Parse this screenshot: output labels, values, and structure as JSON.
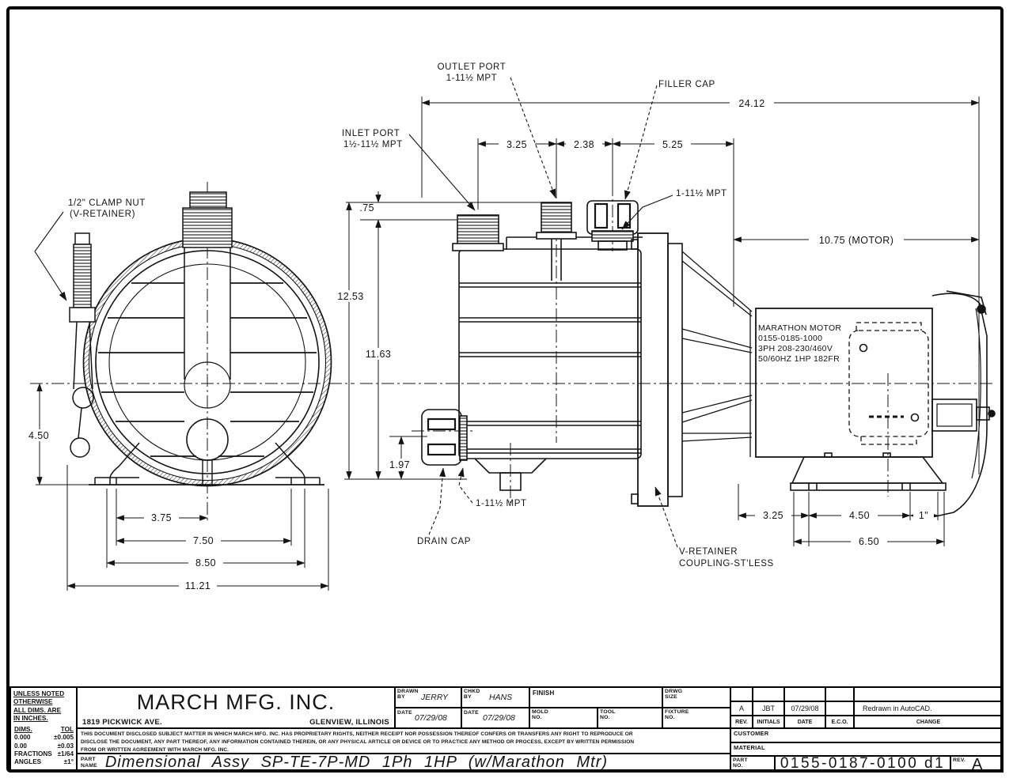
{
  "drawing": {
    "callouts": {
      "outlet_port": [
        "OUTLET PORT",
        "1-11½ MPT"
      ],
      "inlet_port": [
        "INLET PORT",
        "1½-11½ MPT"
      ],
      "filler_cap": "FILLER CAP",
      "filler_mpt": "1-11½ MPT",
      "clamp_nut": [
        "1/2\" CLAMP NUT",
        "(V-RETAINER)"
      ],
      "drain_mpt": "1-11½ MPT",
      "drain_cap": "DRAIN CAP",
      "v_retainer": [
        "V-RETAINER",
        "COUPLING-ST'LESS"
      ],
      "motor_spec": [
        "MARATHON MOTOR",
        "0155-0185-1000",
        "3PH 208-230/460V",
        "50/60HZ 1HP 182FR"
      ]
    },
    "dimensions": {
      "overall_length": "24.12",
      "port_spacing_1": "3.25",
      "port_spacing_2": "2.38",
      "port_spacing_3": "5.25",
      "motor_length": "10.75  (MOTOR)",
      "height_overall": "12.53",
      "height_inlet": "11.63",
      "port_offset": ".75",
      "drain_height": "1.97",
      "axis_height": "4.50",
      "foot_half": "3.75",
      "foot_span": "7.50",
      "foot_width": "8.50",
      "housing_width": "11.21",
      "base_offset": "3.25",
      "base_bolt_span": "4.50",
      "base_extra": "1\"",
      "base_length": "6.50"
    }
  },
  "title_block": {
    "tolerances": {
      "heading": [
        "UNLESS NOTED",
        "OTHERWISE",
        "ALL DIMS. ARE",
        "IN INCHES."
      ],
      "col_dims": "DIMS.",
      "col_tol": "TOL",
      "rows": [
        [
          "0.000",
          "±0.005"
        ],
        [
          "0.00",
          "±0.03"
        ],
        [
          "FRACTIONS",
          "±1/64"
        ],
        [
          "ANGLES",
          "±1°"
        ]
      ]
    },
    "company": {
      "name": "MARCH MFG. INC.",
      "address": "1819 PICKWICK AVE.",
      "city": "GLENVIEW, ILLINOIS"
    },
    "fields": {
      "drawn_by_label": "DRAWN BY",
      "drawn_by": "JERRY",
      "chkd_by_label": "CHKD BY",
      "chkd_by": "HANS",
      "finish_label": "FINISH",
      "drwg_size_label": "DRWG SIZE",
      "date_label": "DATE",
      "drawn_date": "07/29/08",
      "chkd_date": "07/29/08",
      "mold_no_label": "MOLD NO.",
      "tool_no_label": "TOOL NO.",
      "fixture_no_label": "FIXTURE NO."
    },
    "legal": [
      "THIS DOCUMENT DISCLOSED SUBJECT MATTER IN WHICH MARCH MFG. INC. HAS PROPRIETARY RIGHTS, NEITHER RECEIPT NOR POSSESSION THEREOF CONFERS OR TRANSFERS ANY RIGHT TO REPRODUCE OR",
      "DISCLOSE THE DOCUMENT, ANY PART THEREOF, ANY INFORMATION CONTAINED THEREIN, OR ANY PHYSICAL ARTICLE OR DEVICE OR TO PRACTICE ANY METHOD OR PROCESS, EXCEPT BY WRITTEN PERMISSION",
      "FROM OR WRITTEN AGREEMENT WITH MARCH MFG. INC."
    ],
    "part_name_label": [
      "PART",
      "NAME"
    ],
    "part_name": "Dimensional Assy SP-TE-7P-MD 1Ph 1HP (w/Marathon Mtr)",
    "revisions": {
      "headers": [
        "REV.",
        "INITIALS",
        "DATE",
        "E.C.O.",
        "CHANGE"
      ],
      "entry": {
        "rev": "A",
        "initials": "JBT",
        "date": "07/29/08",
        "eco": "",
        "change": "Redrawn in AutoCAD."
      }
    },
    "customer_label": "CUSTOMER",
    "material_label": "MATERIAL",
    "part_no_label": [
      "PART",
      "NO."
    ],
    "part_no": "0155-0187-0100 d1",
    "rev_label": "REV.",
    "rev_value": "A"
  }
}
